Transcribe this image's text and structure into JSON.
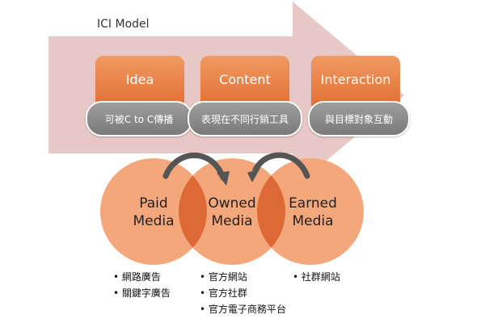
{
  "title": "ICI Model",
  "ici": [
    {
      "name": "Idea",
      "desc": "可被C to C傳播"
    },
    {
      "name": "Content",
      "desc": "表現在不同行銷工具"
    },
    {
      "name": "Interaction",
      "desc": "與目標對象互動"
    }
  ],
  "media": [
    {
      "line1": "Paid",
      "line2": "Media",
      "items": [
        "網路廣告",
        "關鍵字廣告"
      ]
    },
    {
      "line1": "Owned",
      "line2": "Media",
      "items": [
        "官方網站",
        "官方社群",
        "官方電子商務平台"
      ]
    },
    {
      "line1": "Earned",
      "line2": "Media",
      "items": [
        "社群網站"
      ]
    }
  ],
  "colors": {
    "arrow": "#e8c8c6",
    "box": "#e67c3f",
    "pill": "#8c8c8c",
    "circle": "#f4a77a",
    "overlap": "#dd6a36",
    "curve_arrow": "#555555"
  }
}
